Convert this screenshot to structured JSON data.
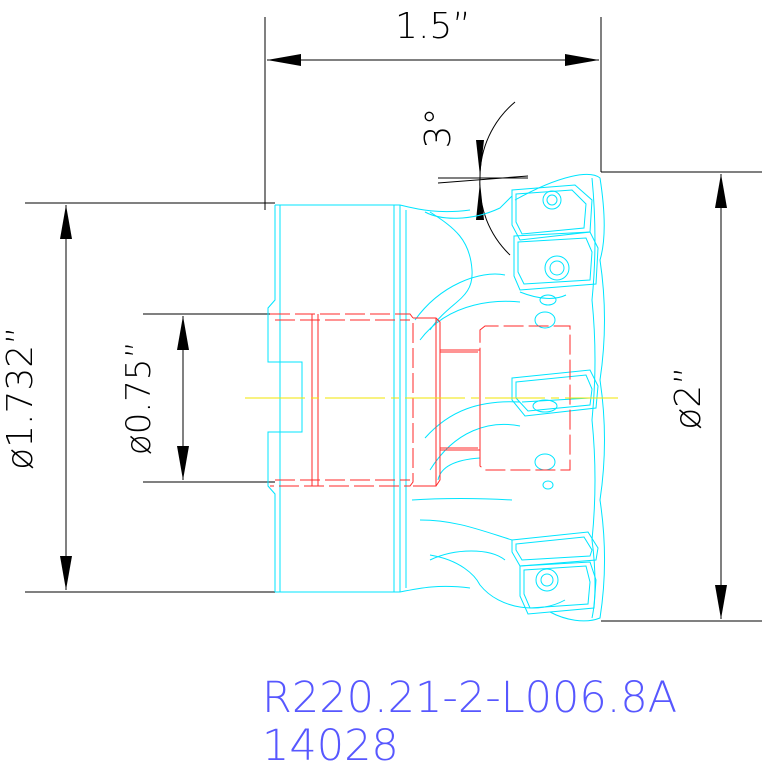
{
  "dimensions": {
    "overall_length": "1.5”",
    "body_diameter": "ø1.732”",
    "bore_diameter": "ø0.75”",
    "cutting_diameter": "ø2”",
    "lead_angle": "3°"
  },
  "part": {
    "designation": "R220.21-2-L006.8A",
    "number": "14028"
  },
  "colors": {
    "outline": "#00e5ff",
    "hidden_lines": "#ff2a2a",
    "centerline": "#f2e600",
    "dimension": "#000000",
    "caption": "#5757ff"
  }
}
